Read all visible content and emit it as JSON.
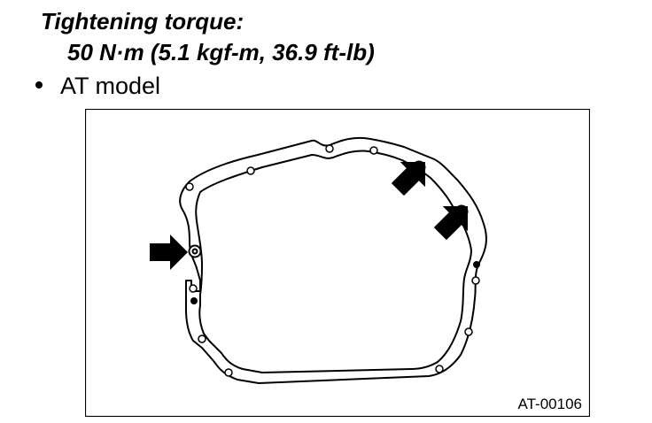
{
  "heading": "Tightening torque:",
  "torque_value": "50 N·m (5.1 kgf-m, 36.9 ft-lb)",
  "bullet": {
    "label": "AT model"
  },
  "figure": {
    "code": "AT-00106"
  }
}
